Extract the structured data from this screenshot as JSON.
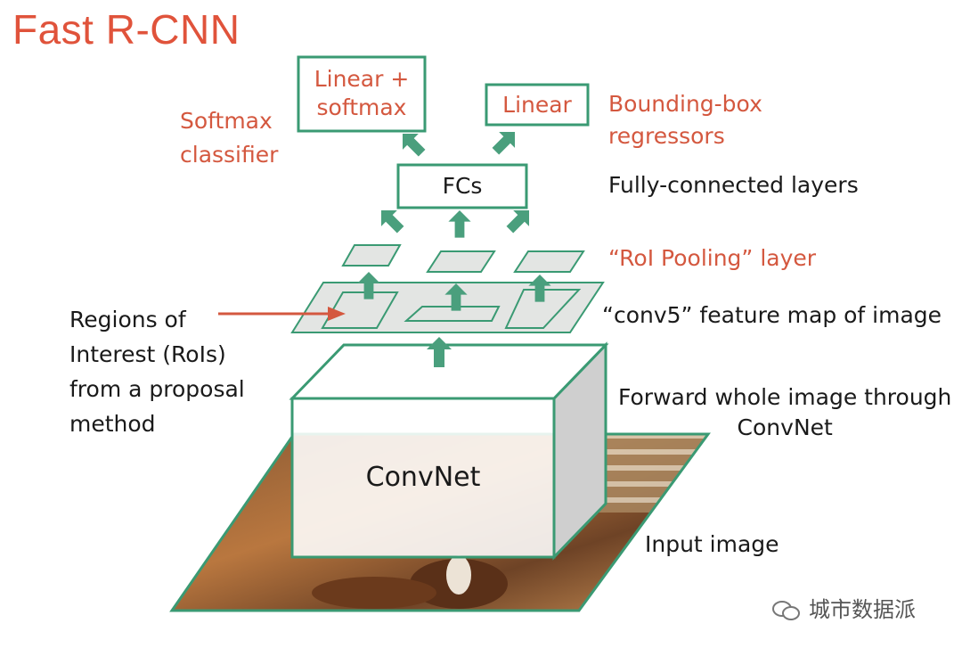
{
  "title": "Fast R-CNN",
  "nodes": {
    "linear_softmax": "Linear +\nsoftmax",
    "linear": "Linear",
    "fcs": "FCs",
    "convnet": "ConvNet"
  },
  "labels": {
    "softmax_classifier": "Softmax\nclassifier",
    "bbox_regressors": "Bounding-box\nregressors",
    "fully_connected": "Fully-connected layers",
    "roi_pooling": "“RoI Pooling” layer",
    "conv5": "“conv5” feature map of image",
    "rois": "Regions of\nInterest (RoIs)\nfrom a proposal\nmethod",
    "forward": "Forward whole image through\nConvNet",
    "input_image": "Input image"
  },
  "watermark": "城市数据派",
  "colors": {
    "title": "#e0533b",
    "accent_red": "#d4583f",
    "green": "#3a9a73",
    "arrow_green": "#4a9f7d",
    "plane_fill": "#e3e5e3"
  }
}
